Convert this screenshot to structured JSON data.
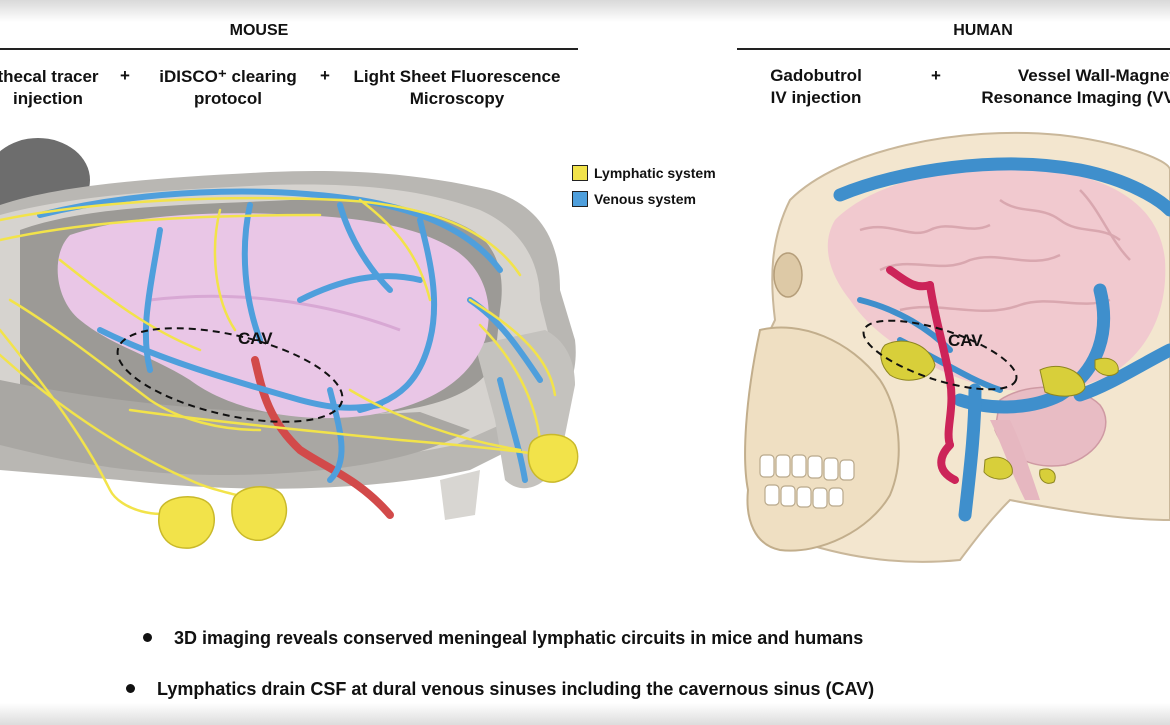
{
  "panels": {
    "mouse": {
      "title": "MOUSE",
      "methods": [
        {
          "line1": "thecal tracer",
          "line2": "injection"
        },
        {
          "line1": "iDISCO⁺ clearing",
          "line2": "protocol"
        },
        {
          "line1": "Light Sheet Fluorescence",
          "line2": "Microscopy"
        }
      ],
      "plus": "+",
      "cav_label": "CAV"
    },
    "human": {
      "title": "HUMAN",
      "methods": [
        {
          "line1": "Gadobutrol",
          "line2": "IV injection"
        },
        {
          "line1": "Vessel Wall-Magnet",
          "line2": "Resonance Imaging (VV"
        }
      ],
      "plus": "+",
      "cav_label": "CAV"
    }
  },
  "legend": [
    {
      "label": "Lymphatic system",
      "color": "#f2e34a"
    },
    {
      "label": "Venous system",
      "color": "#4f9fdc"
    }
  ],
  "bullets": [
    "3D imaging reveals conserved meningeal lymphatic circuits in mice and humans",
    "Lymphatics drain CSF at dural venous sinuses including the cavernous sinus (CAV)"
  ],
  "colors": {
    "lymphatic": "#f2e34a",
    "venous": "#4f9fdc",
    "artery": "#d22f5f",
    "brain_mouse": "#e9c6e6",
    "brain_human": "#f1c9cf",
    "skull": "#f3e6cf"
  }
}
